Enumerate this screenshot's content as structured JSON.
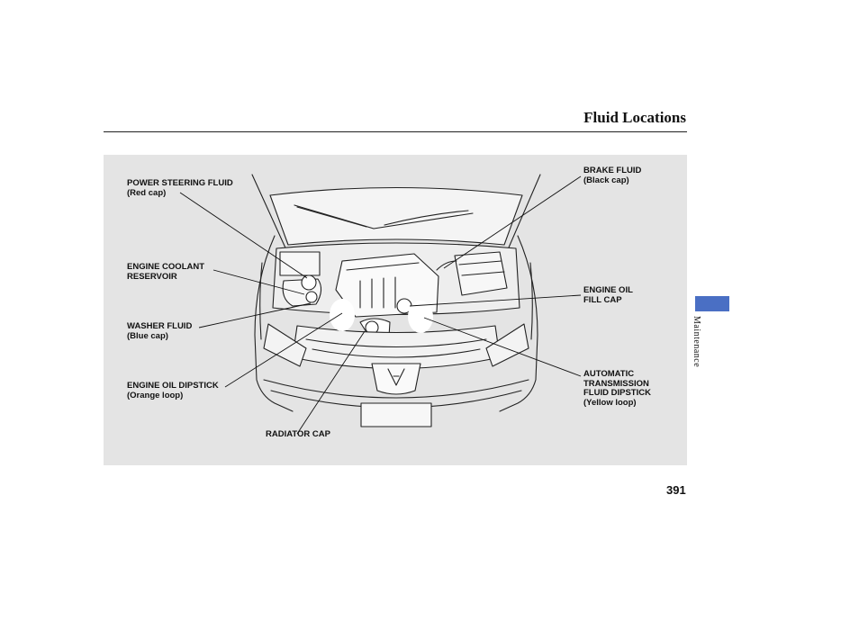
{
  "page": {
    "title": "Fluid Locations",
    "page_number": "391",
    "section_tab": "Maintenance",
    "tab_color": "#4a6fc4",
    "panel_color": "#e4e4e4"
  },
  "labels": {
    "power_steering": {
      "line1": "POWER STEERING FLUID",
      "line2": "(Red cap)"
    },
    "engine_coolant": {
      "line1": "ENGINE COOLANT",
      "line2": "RESERVOIR"
    },
    "washer_fluid": {
      "line1": "WASHER FLUID",
      "line2": "(Blue cap)"
    },
    "engine_oil_dipstick": {
      "line1": "ENGINE OIL DIPSTICK",
      "line2": "(Orange loop)"
    },
    "radiator_cap": {
      "line1": "RADIATOR CAP"
    },
    "brake_fluid": {
      "line1": "BRAKE FLUID",
      "line2": "(Black cap)"
    },
    "engine_oil_fill_cap": {
      "line1": "ENGINE OIL",
      "line2": "FILL CAP"
    },
    "atf_dipstick": {
      "line1": "AUTOMATIC",
      "line2": "TRANSMISSION",
      "line3": "FLUID DIPSTICK",
      "line4": "(Yellow loop)"
    }
  }
}
